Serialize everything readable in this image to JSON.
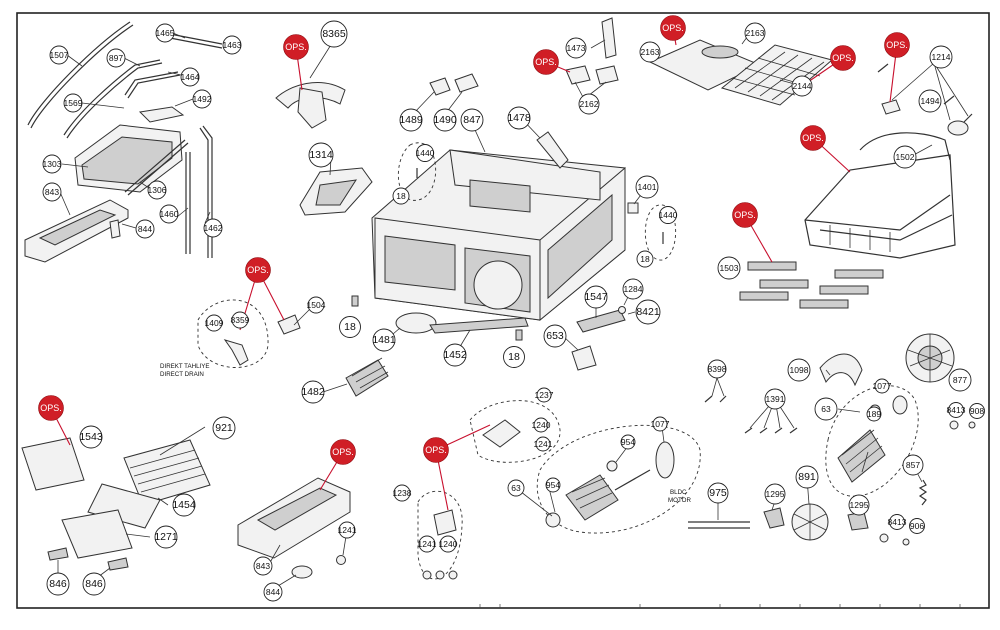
{
  "ops_label": "OPS.",
  "notes": {
    "drain_tr": "DIREKT TAHLIYE",
    "drain_en": "DIRECT DRAIN",
    "motor_1": "BLDC",
    "motor_2": "MOTOR"
  },
  "part_numbers": {
    "p1507": "1507",
    "p897": "897",
    "p1465": "1465",
    "p1463": "1463",
    "p1464": "1464",
    "p1569": "1569",
    "p1492": "1492",
    "p1303": "1303",
    "p1306": "1306",
    "p843a": "843",
    "p844a": "844",
    "p1460": "1460",
    "p1462": "1462",
    "p8365": "8365",
    "p1314": "1314",
    "p1489": "1489",
    "p1490": "1490",
    "p847": "847",
    "p1478": "1478",
    "p1473": "1473",
    "p2163a": "2163",
    "p2162": "2162",
    "p2163b": "2163",
    "p2144": "2144",
    "p1214": "1214",
    "p1494": "1494",
    "p1502": "1502",
    "p1440a": "1440",
    "p18a": "18",
    "p1401": "1401",
    "p1440b": "1440",
    "p18b": "18",
    "p1503": "1503",
    "p1409": "1409",
    "p8359": "8359",
    "p1504": "1504",
    "p18c": "18",
    "p1481": "1481",
    "p1452": "1452",
    "p18d": "18",
    "p653": "653",
    "p1547": "1547",
    "p1284": "1284",
    "p8421": "8421",
    "p1482": "1482",
    "p8398": "8398",
    "p1098": "1098",
    "p877": "877",
    "p1391": "1391",
    "p1077a": "1077",
    "p63a": "63",
    "p189": "189",
    "p8413a": "8413",
    "p908a": "908",
    "p857": "857",
    "p1543": "1543",
    "p921": "921",
    "p1454": "1454",
    "p1271": "1271",
    "p846a": "846",
    "p846b": "846",
    "p843b": "843",
    "p844b": "844",
    "p1241a": "1241",
    "p1237": "1237",
    "p1240a": "1240",
    "p1241b": "1241",
    "p1238": "1238",
    "p1241c": "1241",
    "p1240b": "1240",
    "p954a": "954",
    "p1077b": "1077",
    "p63b": "63",
    "p954b": "954",
    "p975": "975",
    "p1295a": "1295",
    "p891": "891",
    "p1295b": "1295",
    "p8413b": "8413",
    "p906": "906"
  }
}
